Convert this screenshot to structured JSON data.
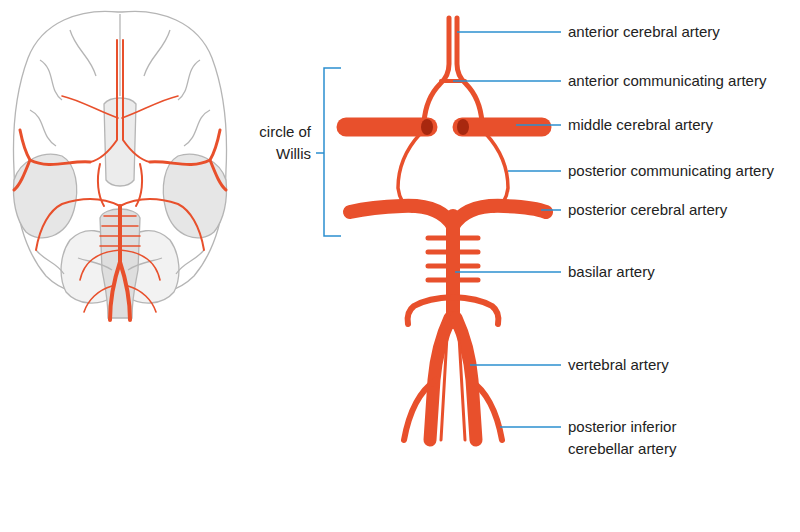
{
  "diagram": {
    "labels": [
      "anterior cerebral artery",
      "anterior communicating artery",
      "middle cerebral artery",
      "posterior communicating artery",
      "posterior cerebral artery",
      "basilar artery",
      "vertebral artery",
      "posterior inferior cerebellar artery",
      "circle of Willis"
    ]
  }
}
